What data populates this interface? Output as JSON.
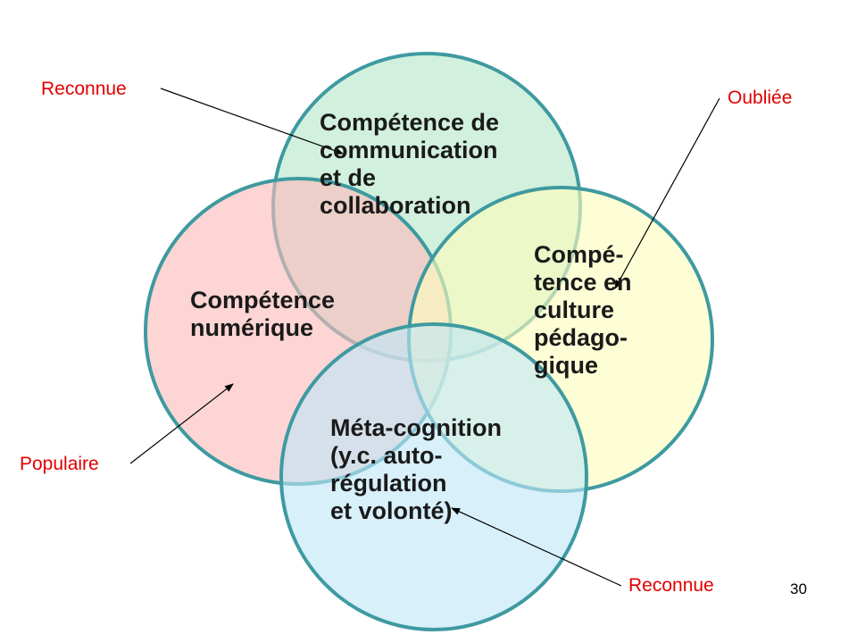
{
  "circles": [
    {
      "id": "communication",
      "lines": [
        "Compétence de",
        "communication",
        "et de",
        "collaboration"
      ],
      "fill": "#b7e7c9"
    },
    {
      "id": "numerique",
      "lines": [
        "Compétence",
        "numérique"
      ],
      "fill": "#fbbcbc"
    },
    {
      "id": "pedagogique",
      "lines": [
        "Compé-",
        "tence en",
        "culture",
        "pédago-",
        "gique"
      ],
      "fill": "#fefdbd"
    },
    {
      "id": "meta-cognition",
      "lines": [
        "Méta-cognition",
        "(y.c. auto-",
        "régulation",
        "et volonté)"
      ],
      "fill": "#bfe7f7"
    }
  ],
  "annotations": [
    {
      "id": "reconnue-top",
      "text": "Reconnue"
    },
    {
      "id": "oubliee",
      "text": "Oubliée"
    },
    {
      "id": "populaire",
      "text": "Populaire"
    },
    {
      "id": "reconnue-bottom",
      "text": "Reconnue"
    }
  ],
  "colors": {
    "outline": "#3e9aa0",
    "annotation_text": "#e00000",
    "arrow": "#000000"
  },
  "page_number": "30"
}
